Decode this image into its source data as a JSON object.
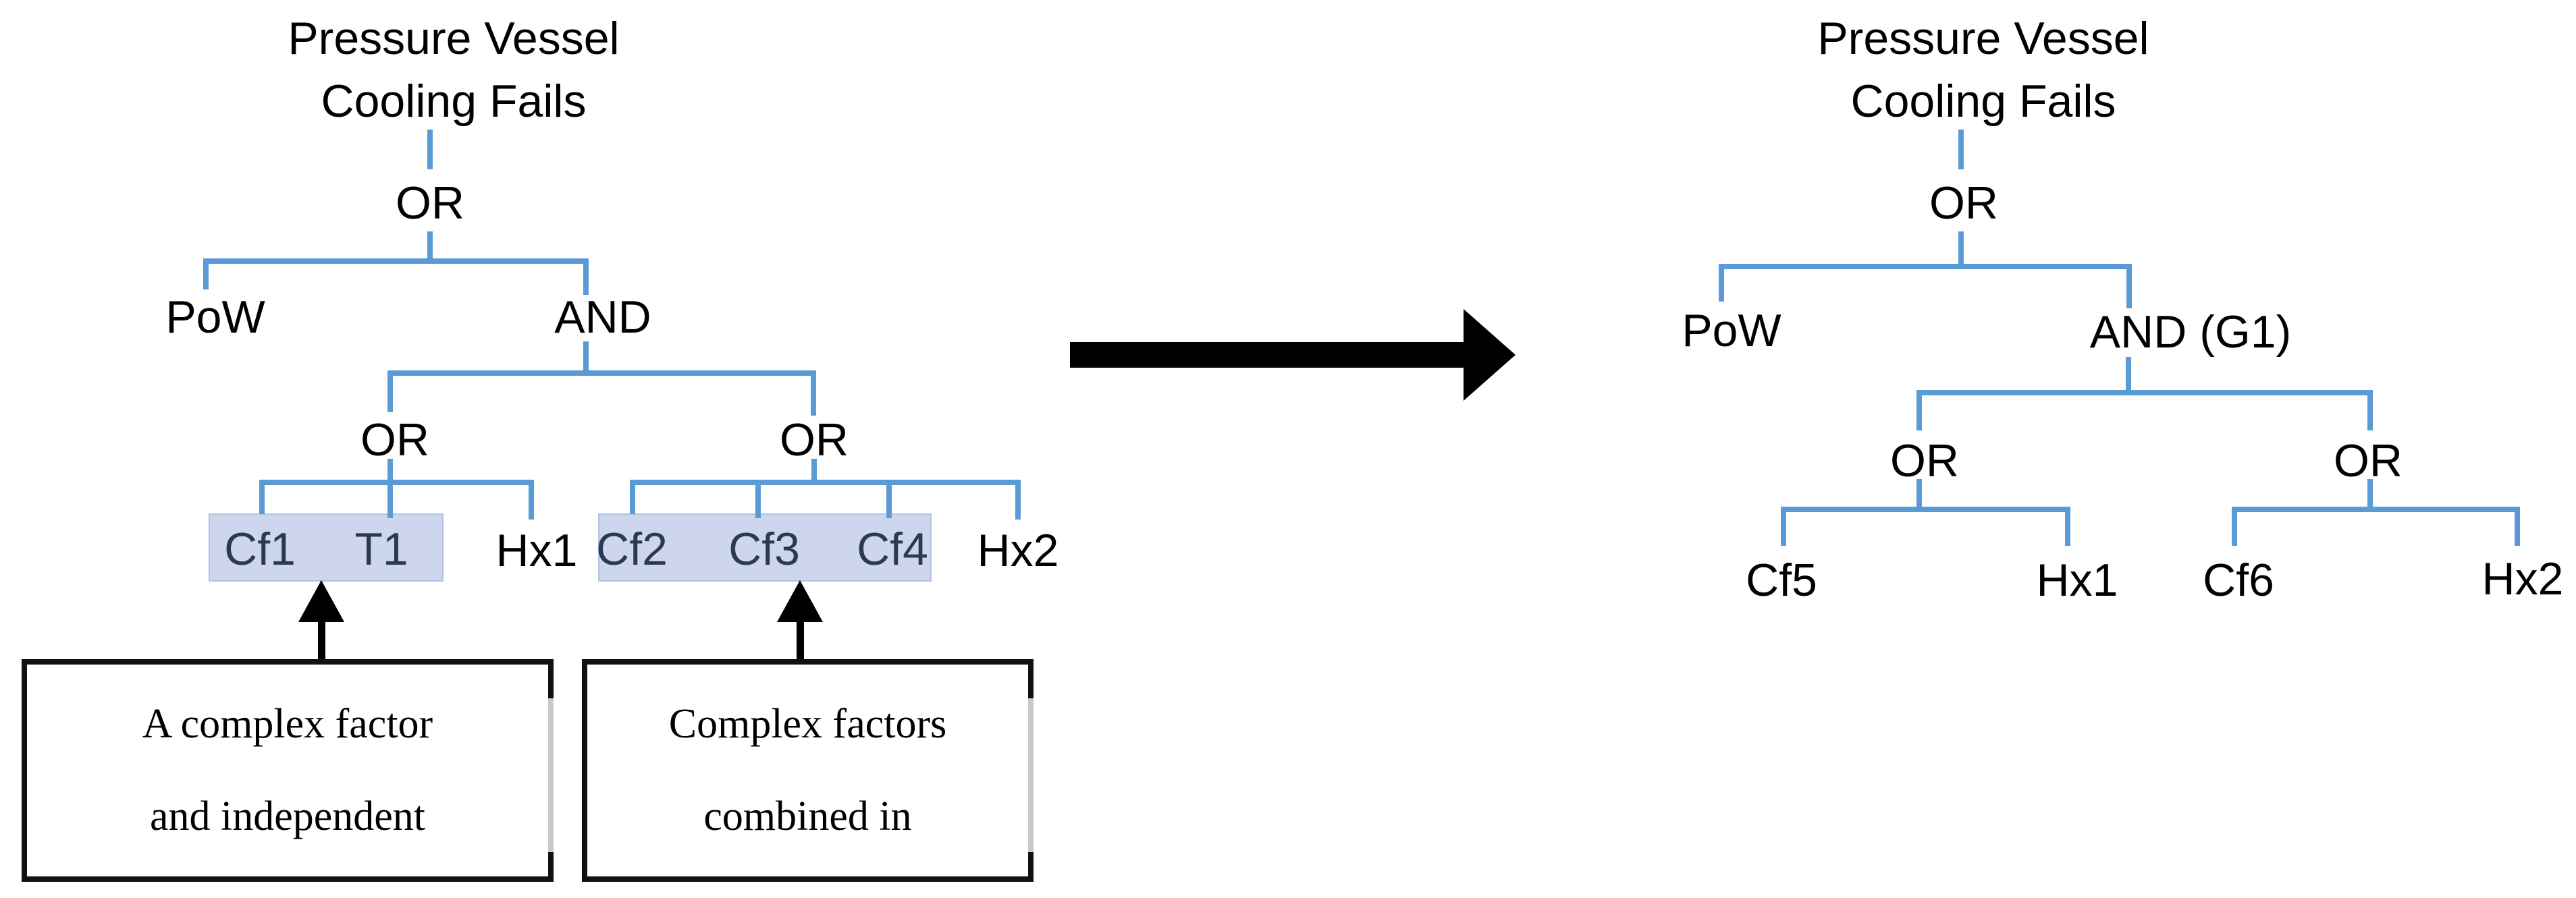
{
  "colors": {
    "connector": "#5B9BD5",
    "highlight-fill": "#CDD6EC",
    "highlight-border": "#B3C2E0",
    "label-black": "#000000",
    "label-navy": "#2B3A52",
    "arrow-black": "#000000",
    "callout-border": "#111111",
    "callout-artifact": "#C9C9C9"
  },
  "left_tree": {
    "title_line1": "Pressure Vessel",
    "title_line2": "Cooling Fails",
    "root_gate": "OR",
    "pow": "PoW",
    "and_gate": "AND",
    "or_left": "OR",
    "or_right": "OR",
    "leaves_left": [
      "Cf1",
      "T1",
      "Hx1"
    ],
    "leaves_right": [
      "Cf2",
      "Cf3",
      "Cf4",
      "Hx2"
    ]
  },
  "right_tree": {
    "title_line1": "Pressure Vessel",
    "title_line2": "Cooling Fails",
    "root_gate": "OR",
    "pow": "PoW",
    "and_gate": "AND (G1)",
    "or_left": "OR",
    "or_right": "OR",
    "leaves_left": [
      "Cf5",
      "Hx1"
    ],
    "leaves_right": [
      "Cf6",
      "Hx2"
    ]
  },
  "callouts": [
    {
      "line1": "A complex factor",
      "line2": "and independent"
    },
    {
      "line1": "Complex factors",
      "line2": "combined in"
    }
  ]
}
